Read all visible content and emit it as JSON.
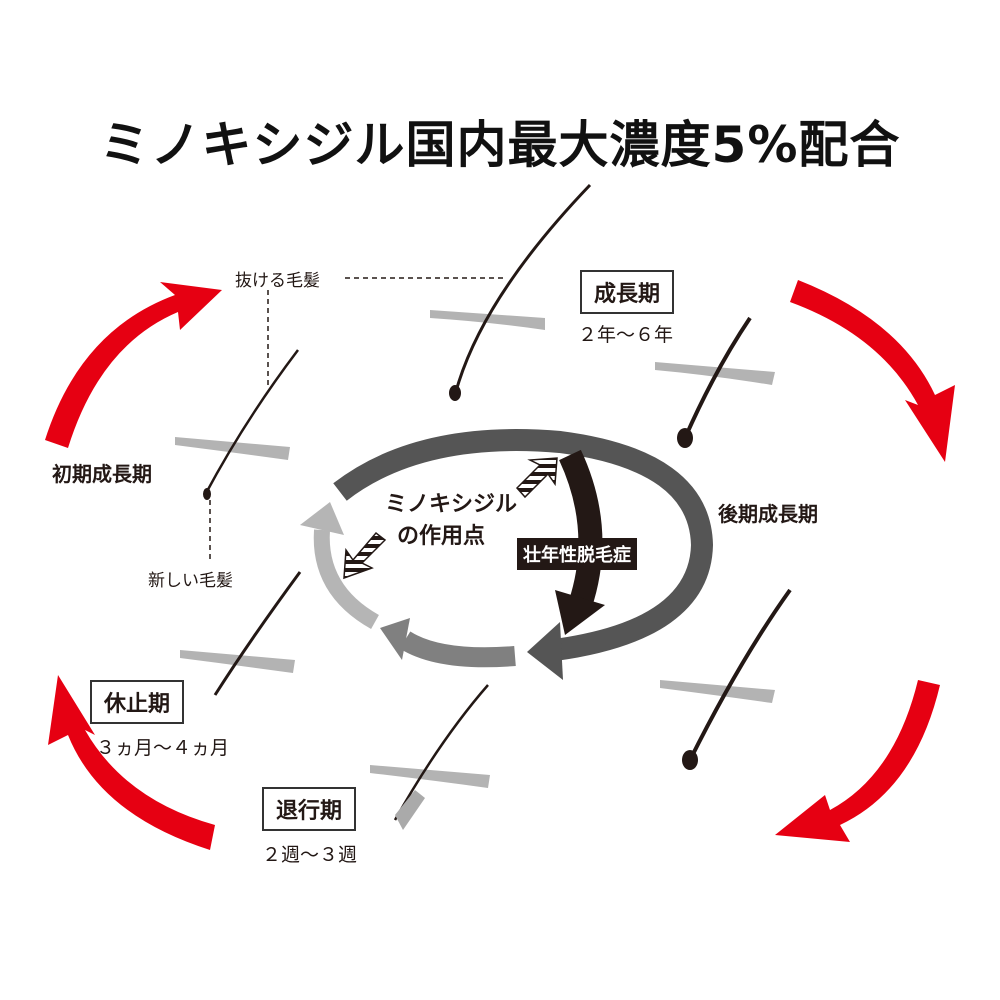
{
  "title": "ミノキシジル国内最大濃度5%配合",
  "phases": {
    "growth": {
      "label": "成長期",
      "duration": "２年～６年"
    },
    "late_growth": {
      "label": "後期成長期"
    },
    "catagen": {
      "label": "退行期",
      "duration": "２週～３週"
    },
    "telogen": {
      "label": "休止期",
      "duration": "３ヵ月～４ヵ月"
    },
    "early_growth": {
      "label": "初期成長期"
    }
  },
  "annotations": {
    "falling_hair": "抜ける毛髪",
    "new_hair": "新しい毛髪"
  },
  "center": {
    "line1": "ミノキシジル",
    "line2": "の作用点",
    "condition": "壮年性脱毛症"
  },
  "colors": {
    "red": "#e60012",
    "dark": "#231815",
    "gray_dark": "#555",
    "gray_mid": "#808080",
    "gray_light": "#b5b5b5",
    "skin": "#b3b3b3"
  }
}
